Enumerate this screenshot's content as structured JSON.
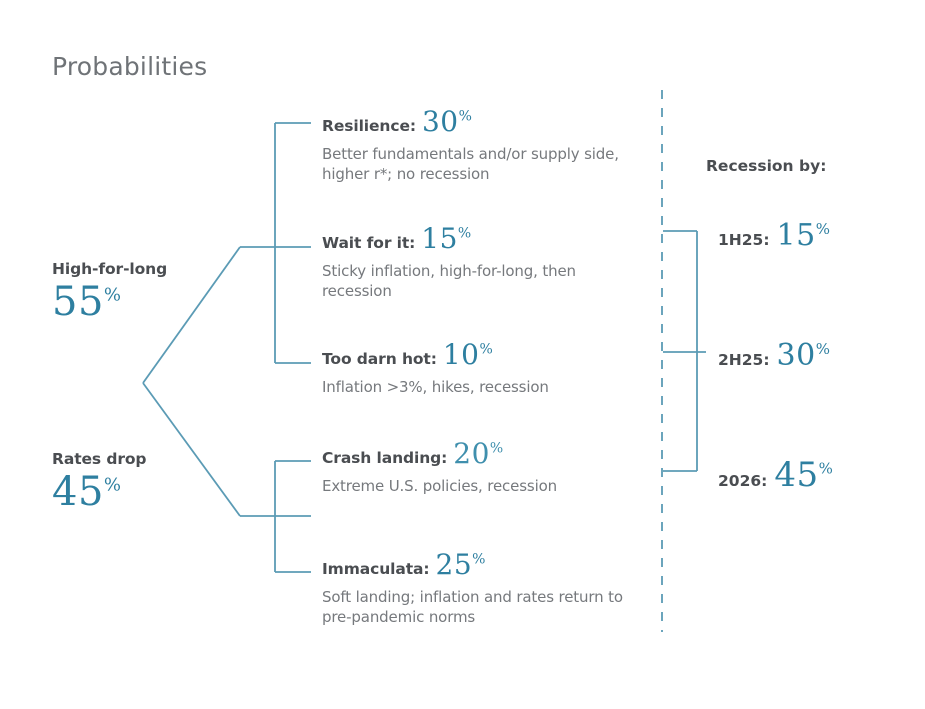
{
  "title": "Probabilities",
  "colors": {
    "accent_teal": "#2e7fa0",
    "accent_teal_light": "#3f8fad",
    "connector_line": "#5b9bb5",
    "label_gray": "#4a4d51",
    "body_gray": "#76797d",
    "title_gray": "#6f7377"
  },
  "root_branches": [
    {
      "label": "High-for-long",
      "value": "55",
      "pct": "%"
    },
    {
      "label": "Rates drop",
      "value": "45",
      "pct": "%"
    }
  ],
  "scenarios": [
    {
      "name": "Resilience:",
      "value": "30",
      "pct": "%",
      "description": "Better fundamentals and/or supply side, higher r*; no recession"
    },
    {
      "name": "Wait for it:",
      "value": "15",
      "pct": "%",
      "description": "Sticky inflation, high-for-long, then recession"
    },
    {
      "name": "Too darn hot:",
      "value": "10",
      "pct": "%",
      "description": "Inflation >3%, hikes, recession"
    },
    {
      "name": "Crash landing:",
      "value": "20",
      "pct": "%",
      "description": "Extreme U.S. policies, recession"
    },
    {
      "name": "Immaculata:",
      "value": "25",
      "pct": "%",
      "description": "Soft landing; inflation and rates return to pre-pandemic norms"
    }
  ],
  "recession_panel": {
    "heading": "Recession by:",
    "rows": [
      {
        "label": "1H25:",
        "value": "15",
        "pct": "%"
      },
      {
        "label": "2H25:",
        "value": "30",
        "pct": "%"
      },
      {
        "label": "2026:",
        "value": "45",
        "pct": "%"
      }
    ]
  },
  "chart_data": {
    "type": "diagram",
    "title": "Probabilities",
    "structure": "probability tree",
    "root_nodes": [
      {
        "name": "High-for-long",
        "probability": 55
      },
      {
        "name": "Rates drop",
        "probability": 45
      }
    ],
    "leaves": [
      {
        "parent": "High-for-long",
        "name": "Resilience",
        "probability": 30
      },
      {
        "parent": "High-for-long",
        "name": "Wait for it",
        "probability": 15
      },
      {
        "parent": "High-for-long",
        "name": "Too darn hot",
        "probability": 10
      },
      {
        "parent": "Rates drop",
        "name": "Crash landing",
        "probability": 20
      },
      {
        "parent": "Rates drop",
        "name": "Immaculata",
        "probability": 25
      }
    ],
    "side_panel": {
      "title": "Recession by:",
      "categories": [
        "1H25",
        "2H25",
        "2026"
      ],
      "values": [
        15,
        30,
        45
      ],
      "units": "%"
    }
  }
}
